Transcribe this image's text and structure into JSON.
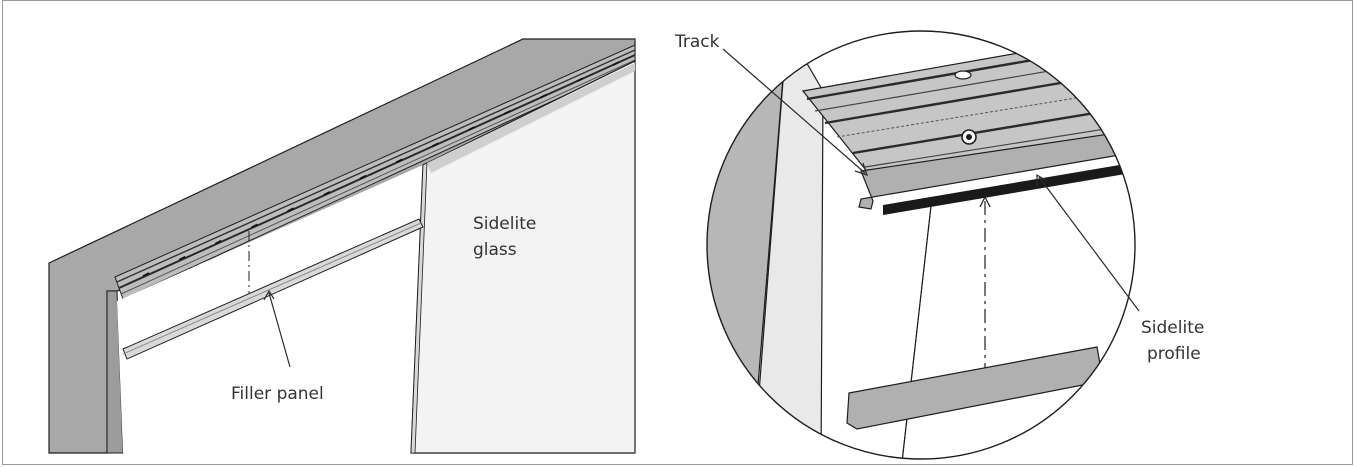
{
  "left_figure": {
    "labels": {
      "filler_panel": "Filler panel",
      "sidelite_glass_line1": "Sidelite",
      "sidelite_glass_line2": "glass"
    }
  },
  "right_figure": {
    "labels": {
      "track": "Track",
      "sidelite_profile_line1": "Sidelite",
      "sidelite_profile_line2": "profile"
    }
  },
  "colors": {
    "wall": "#a8a8a8",
    "wall_dark": "#8e8e8e",
    "track": "#b9b9b9",
    "track_dark": "#555555",
    "glass": "#f3f3f3",
    "outline": "#1e1e1e",
    "leader": "#2b2b2b",
    "text": "#333333"
  }
}
